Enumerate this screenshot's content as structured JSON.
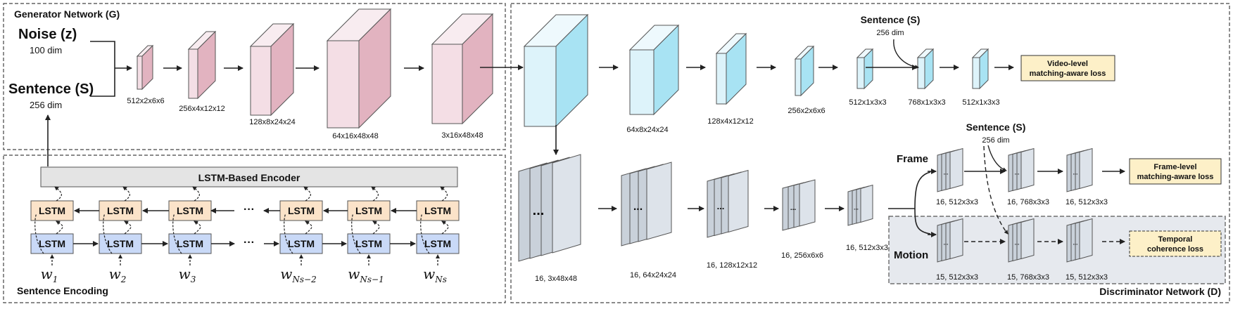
{
  "generator": {
    "title": "Generator Network (G)",
    "noise_label": "Noise (z)",
    "noise_dim": "100 dim",
    "sentence_label": "Sentence (S)",
    "sentence_dim": "256 dim",
    "block_labels": [
      "512x2x6x6",
      "256x4x12x12",
      "128x8x24x24",
      "64x16x48x48",
      "3x16x48x48"
    ]
  },
  "encoder": {
    "title": "Sentence Encoding",
    "encoder_label": "LSTM-Based Encoder",
    "cell_label": "LSTM",
    "ellipsis": "···",
    "tokens": [
      {
        "base": "w",
        "sub": "1"
      },
      {
        "base": "w",
        "sub": "2"
      },
      {
        "base": "w",
        "sub": "3"
      },
      {
        "base": "w",
        "sub": "Ns−2"
      },
      {
        "base": "w",
        "sub": "Ns−1"
      },
      {
        "base": "w",
        "sub": "Ns"
      }
    ]
  },
  "discriminator": {
    "title": "Discriminator Network (D)",
    "video_labels": [
      "64x8x24x24",
      "128x4x12x12",
      "256x2x6x6",
      "512x1x3x3",
      "768x1x3x3",
      "512x1x3x3"
    ],
    "sentence_label": "Sentence (S)",
    "sentence_dim": "256 dim",
    "video_loss": [
      "Video-level",
      "matching-aware loss"
    ],
    "frame_stack_labels": [
      "16, 3x48x48",
      "16, 64x24x24",
      "16, 128x12x12",
      "16, 256x6x6",
      "16, 512x3x3"
    ],
    "frame_branch": "Frame",
    "motion_branch": "Motion",
    "frame_sentence_label": "Sentence (S)",
    "frame_sentence_dim": "256 dim",
    "frame_labels": [
      "16, 512x3x3",
      "16, 768x3x3",
      "16, 512x3x3"
    ],
    "frame_loss": [
      "Frame-level",
      "matching-aware loss"
    ],
    "motion_labels": [
      "15, 512x3x3",
      "15, 768x3x3",
      "15, 512x3x3"
    ],
    "motion_loss": [
      "Temporal",
      "coherence loss"
    ],
    "stack_dots": "...",
    "small_dots": "..."
  },
  "colors": {
    "gen_front": "#f4dee5",
    "gen_side": "#e2b3c0",
    "gen_top": "#f8ecf0",
    "disc_front": "#ddf3fa",
    "disc_side": "#a8e3f3",
    "disc_top": "#eef9fd",
    "frame_front": "#c9d1da",
    "frame_light": "#dde3ea",
    "lstm_top": "#fbe3c9",
    "lstm_bottom": "#c9d9f7",
    "encoder_bar": "#e4e4e4",
    "loss_box": "#fdf0c8",
    "motion_panel": "#e6e9ee"
  }
}
